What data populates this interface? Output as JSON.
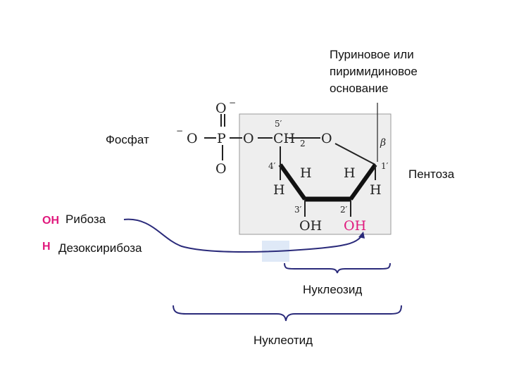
{
  "labels": {
    "base_line1": "Пуриновое или",
    "base_line2": "пиримидиновое",
    "base_line3": "основание",
    "phosphate": "Фосфат",
    "pentose": "Пентоза",
    "ribose": "Рибоза",
    "deoxyribose": "Дезоксирибоза",
    "nucleoside": "Нуклеозид",
    "nucleotide": "Нуклеотид"
  },
  "tags": {
    "oh": "OH",
    "h": "H"
  },
  "structure": {
    "o_top": "O",
    "o_minus_charge": "−",
    "minus_left": "−",
    "o_left": "O",
    "p": "P",
    "o_right": "O",
    "o_bottom": "O",
    "ch2": "CH",
    "ch2_sub": "2",
    "ring_o": "O",
    "pos_5": "5′",
    "pos_4": "4′",
    "pos_3": "3′",
    "pos_2": "2′",
    "pos_1": "1′",
    "beta": "β",
    "h4_up": "H",
    "h4_down": "H",
    "h1_up": "H",
    "h1_down": "H",
    "oh3": "OH",
    "oh2": "OH"
  },
  "colors": {
    "accent": "#e0197d",
    "curve": "#2a2a7a",
    "highlight": "#dfe9f7",
    "box_fill": "#eeeeee",
    "box_stroke": "#999999"
  }
}
